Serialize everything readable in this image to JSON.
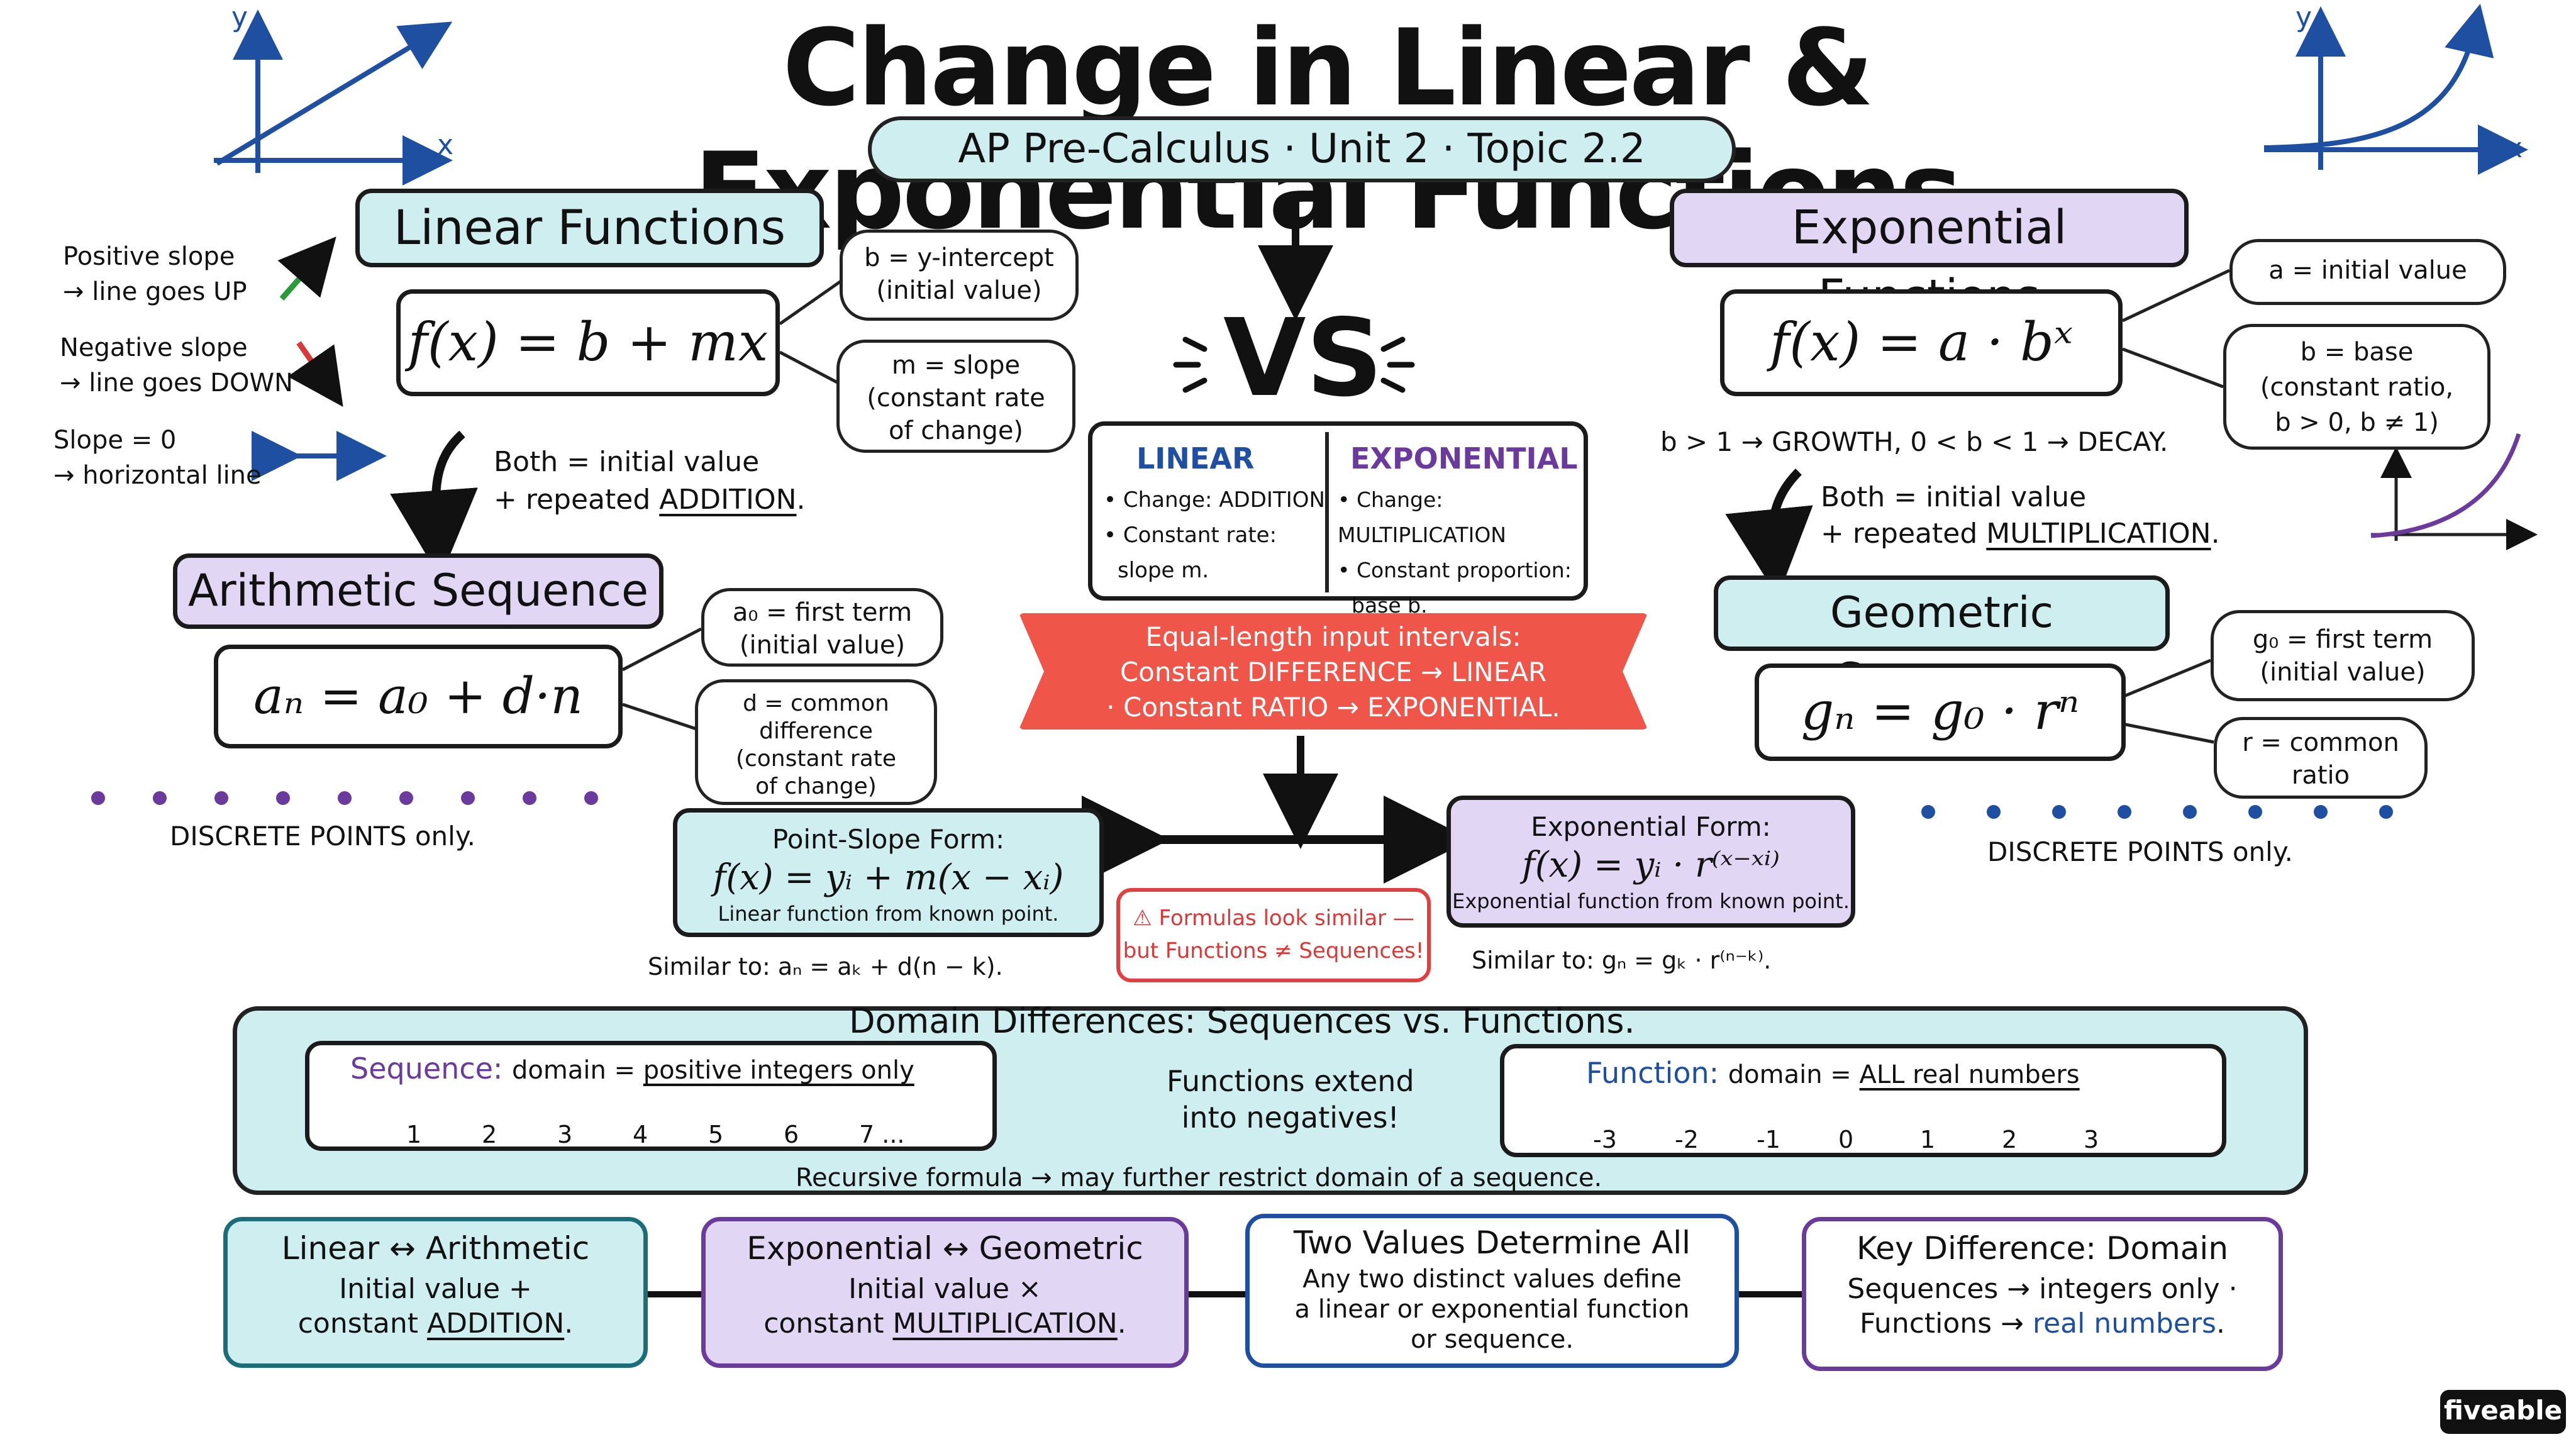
{
  "title": "Change in Linear & Exponential Functions",
  "subtitle": "AP Pre-Calculus · Unit 2 · Topic 2.2",
  "mini_graphs": {
    "left_y": "y",
    "left_x": "x",
    "right_y": "y",
    "right_x": "x"
  },
  "slopes": {
    "positive": [
      "Positive slope",
      "→ line goes UP"
    ],
    "negative": [
      "Negative slope",
      "→ line goes DOWN"
    ],
    "zero": [
      "Slope = 0",
      "→ horizontal line"
    ]
  },
  "linear": {
    "header": "Linear Functions",
    "formula": "f(x) = b + mx",
    "b_note": [
      "b = y-intercept",
      "(initial value)"
    ],
    "m_note": [
      "m = slope",
      "(constant rate",
      "of change)"
    ],
    "both_line1": "Both = initial value",
    "both_line2_pre": "+ repeated ",
    "both_line2_key": "ADDITION",
    "both_line2_post": "."
  },
  "arithmetic": {
    "header": "Arithmetic Sequence",
    "formula": "aₙ = a₀ + d·n",
    "a0_note": [
      "a₀ = first term",
      "(initial value)"
    ],
    "d_note": [
      "d = common",
      "difference",
      "(constant rate",
      "of change)"
    ],
    "discrete": "DISCRETE POINTS only."
  },
  "exponential": {
    "header": "Exponential Functions",
    "formula": "f(x) = a · bˣ",
    "a_note": [
      "a = initial value"
    ],
    "b_note": [
      "b = base",
      "(constant ratio,",
      "b > 0, b ≠ 1)"
    ],
    "growth_decay": "b > 1 → GROWTH, 0 < b < 1 → DECAY.",
    "both_line1": "Both = initial value",
    "both_line2_pre": "+ repeated ",
    "both_line2_key": "MULTIPLICATION",
    "both_line2_post": "."
  },
  "geometric": {
    "header": "Geometric Sequence",
    "formula": "gₙ = g₀ · rⁿ",
    "g0_note": [
      "g₀ = first term",
      "(initial value)"
    ],
    "r_note": [
      "r = common",
      "ratio"
    ],
    "discrete": "DISCRETE POINTS only."
  },
  "vs": {
    "label": "VS",
    "linear_head": "LINEAR",
    "linear_items": [
      "• Change: ADDITION",
      "• Constant rate:",
      "slope m."
    ],
    "exp_head": "EXPONENTIAL",
    "exp_items": [
      "• Change: MULTIPLICATION",
      "• Constant proportion:",
      "base b."
    ]
  },
  "banner": [
    "Equal-length input intervals:",
    "Constant DIFFERENCE → LINEAR",
    "· Constant RATIO → EXPONENTIAL."
  ],
  "point_slope": {
    "title": "Point-Slope Form:",
    "formula": "f(x) = yᵢ + m(x − xᵢ)",
    "caption": "Linear function from known point.",
    "similar": "Similar to: aₙ = aₖ + d(n − k)."
  },
  "exp_form": {
    "title": "Exponential Form:",
    "formula": "f(x) = yᵢ · r⁽ˣ⁻ˣⁱ⁾",
    "caption": "Exponential function from known point.",
    "similar": "Similar to: gₙ = gₖ · r⁽ⁿ⁻ᵏ⁾."
  },
  "warning": [
    "Formulas look similar —",
    "but Functions ≠ Sequences!"
  ],
  "domain": {
    "header": "Domain Differences: Sequences vs. Functions.",
    "seq_label": "Sequence:",
    "seq_text_pre": "domain = ",
    "seq_text_key": "positive integers only",
    "seq_ticks": [
      "1",
      "2",
      "3",
      "4",
      "5",
      "6",
      "7 ..."
    ],
    "extend": [
      "Functions extend",
      "into negatives!"
    ],
    "fn_label": "Function:",
    "fn_text_pre": "domain = ",
    "fn_text_key": "ALL real numbers",
    "fn_ticks": [
      "-3",
      "-2",
      "-1",
      "0",
      "1",
      "2",
      "3"
    ],
    "recursive": "Recursive formula → may further restrict domain of a sequence."
  },
  "bottom": [
    {
      "title": "Linear ↔ Arithmetic",
      "line1": "Initial value +",
      "line2_pre": "constant ",
      "line2_key": "ADDITION",
      "line2_post": ".",
      "color": "#cfeef0",
      "border": "#1b6e79"
    },
    {
      "title": "Exponential ↔ Geometric",
      "line1": "Initial value ×",
      "line2_pre": "constant ",
      "line2_key": "MULTIPLICATION",
      "line2_post": ".",
      "color": "#e2d6f5",
      "border": "#6a3a9c"
    },
    {
      "title": "Two Values Determine All",
      "line1": "Any two distinct values define",
      "line2_pre": "a linear or exponential function",
      "line2_key": "",
      "line2_post": "",
      "line3": "or sequence.",
      "color": "#ffffff",
      "border": "#1f4fa0"
    },
    {
      "title": "Key Difference: Domain",
      "line1": "Sequences → integers only ·",
      "line2_pre": "Functions → ",
      "line2_key": "real numbers",
      "line2_post": ".",
      "color": "#ffffff",
      "border": "#6a3a9c"
    }
  ],
  "brand": "fiveable",
  "colors": {
    "teal": "#cfeef0",
    "purple": "#e2d6f5",
    "banner_red": "#f0554a",
    "blue": "#1f4fa0",
    "violet": "#6a3a9c",
    "green": "#2a9a3a",
    "red": "#d83a3a"
  }
}
